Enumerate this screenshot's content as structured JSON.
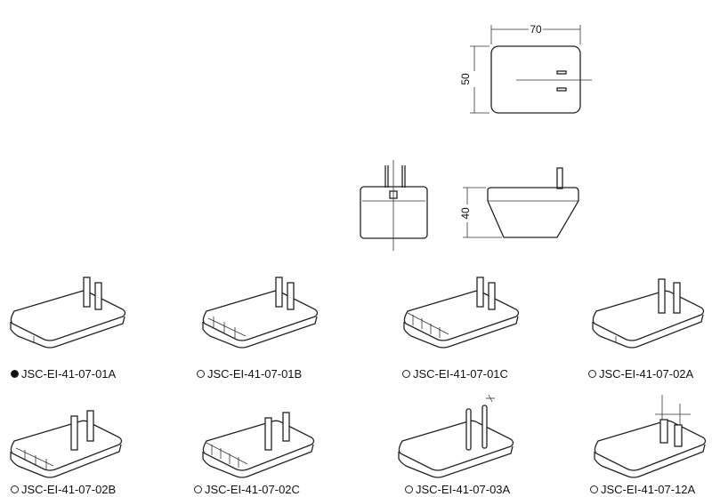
{
  "dimensions": {
    "width_label": "70",
    "height_label": "50",
    "depth_label": "40"
  },
  "models": [
    {
      "label": "JSC-EI-41-07-01A",
      "selected": true
    },
    {
      "label": "JSC-EI-41-07-01B",
      "selected": false
    },
    {
      "label": "JSC-EI-41-07-01C",
      "selected": false
    },
    {
      "label": "JSC-EI-41-07-02A",
      "selected": false
    },
    {
      "label": "JSC-EI-41-07-02B",
      "selected": false
    },
    {
      "label": "JSC-EI-41-07-02C",
      "selected": false
    },
    {
      "label": "JSC-EI-41-07-03A",
      "selected": false
    },
    {
      "label": "JSC-EI-41-07-12A",
      "selected": false
    }
  ],
  "colors": {
    "line": "#222222",
    "background": "#ffffff"
  }
}
